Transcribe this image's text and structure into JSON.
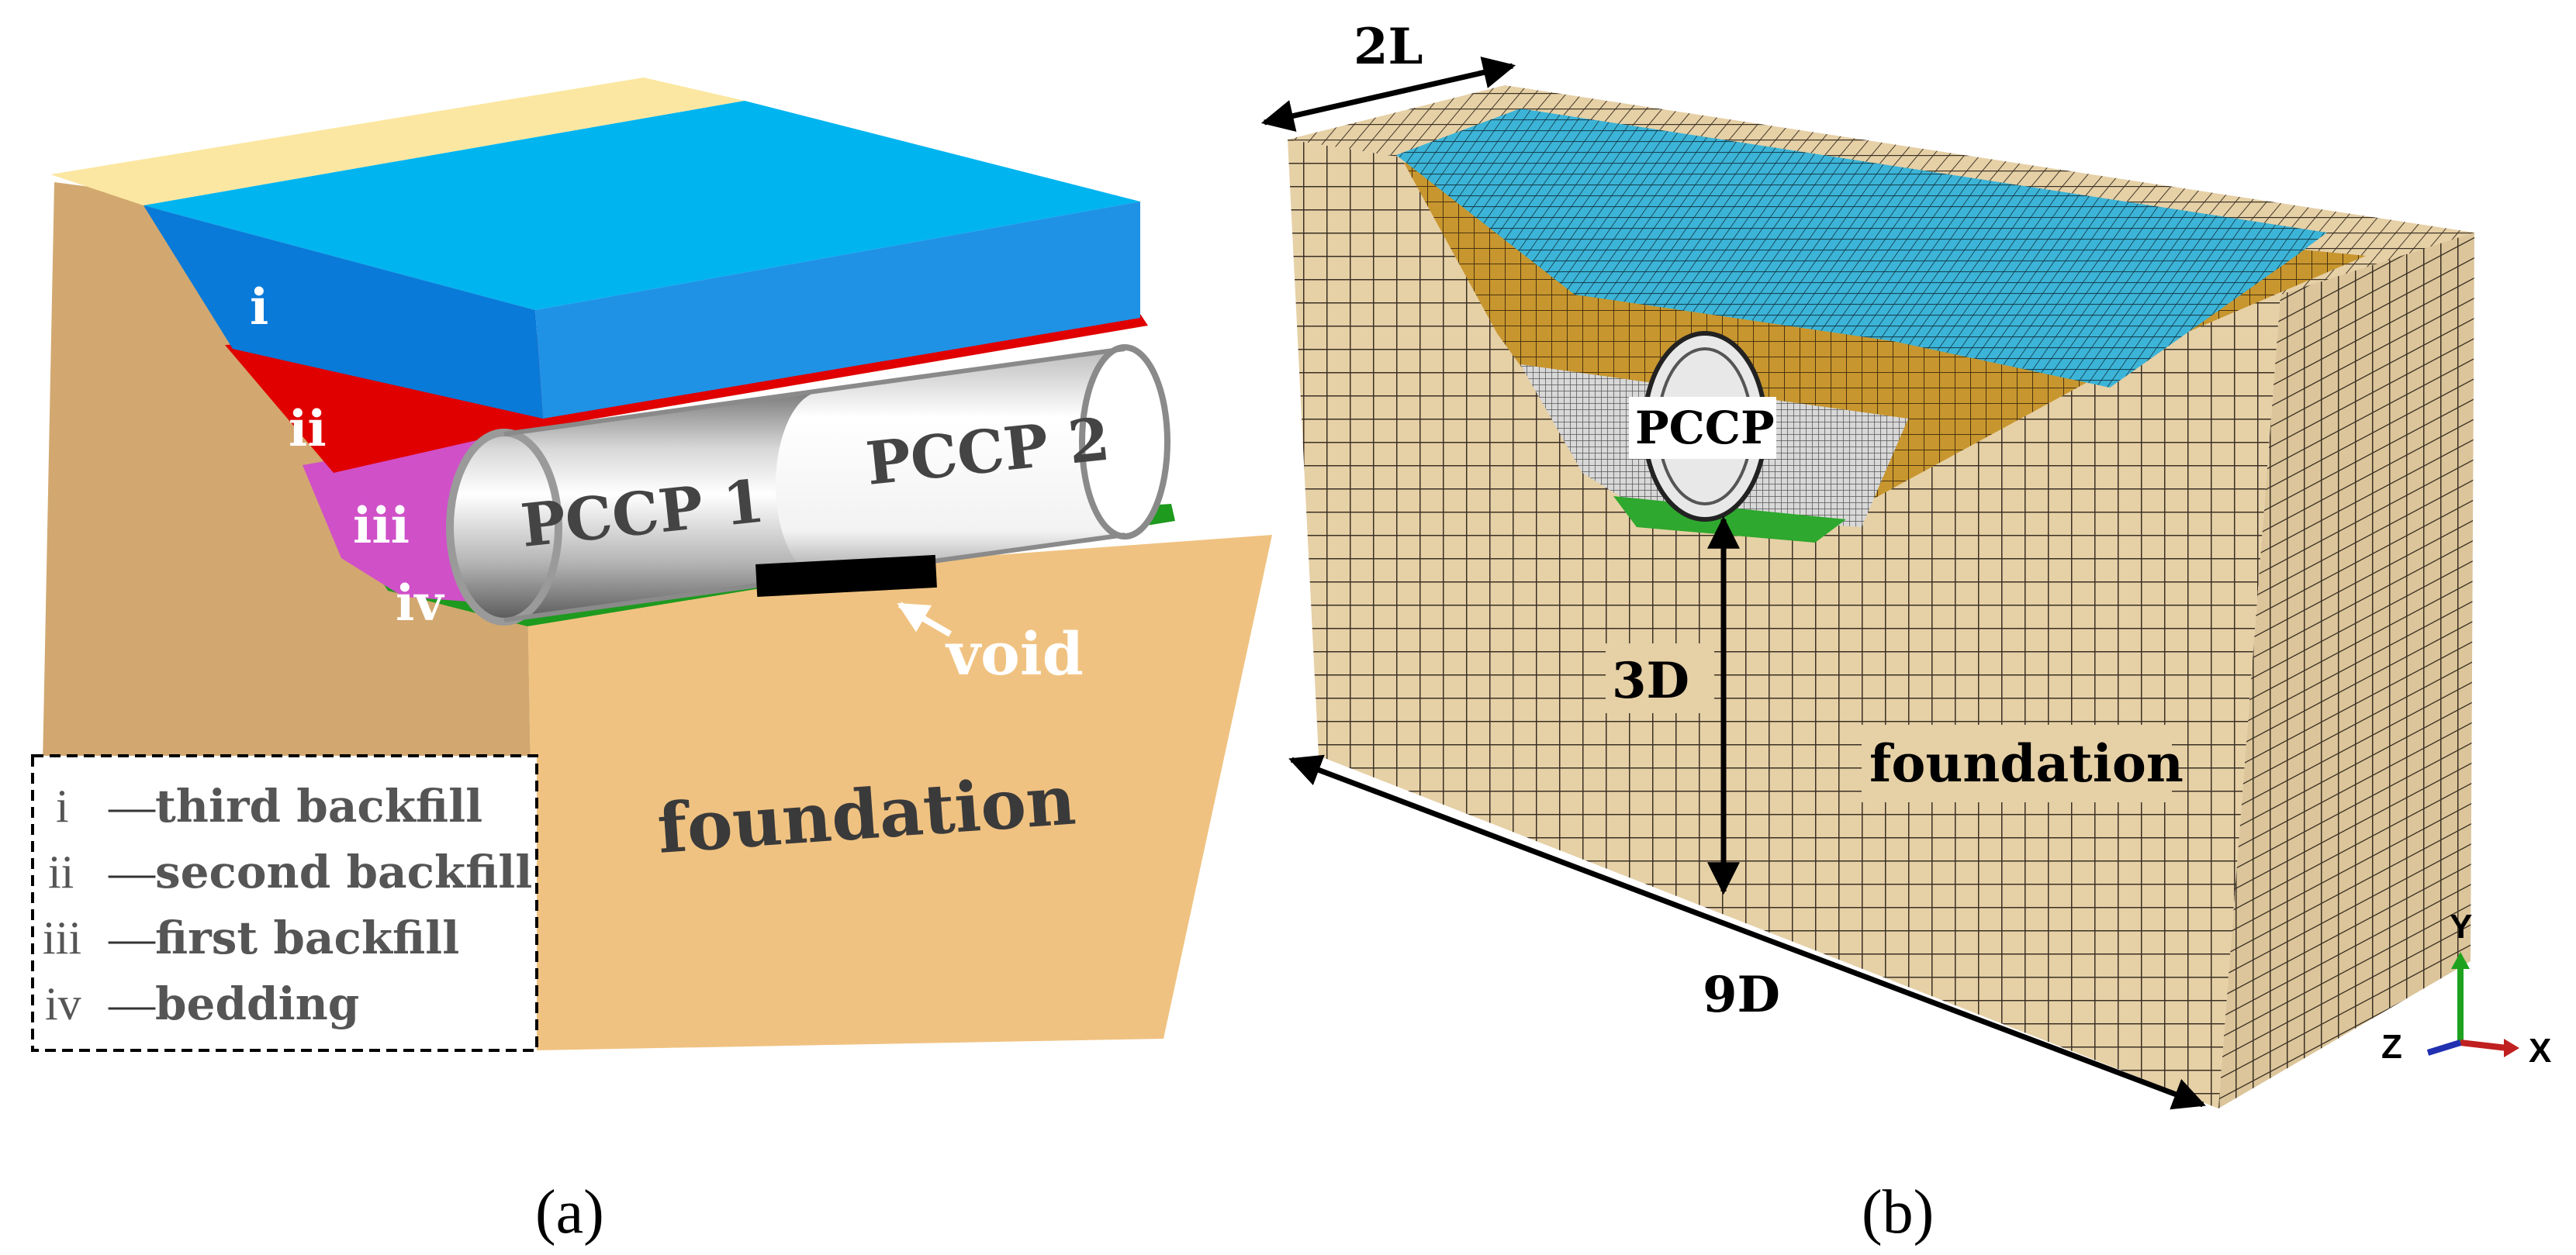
{
  "panel_a": {
    "caption": "(a)",
    "layer_markers": {
      "i": "i",
      "ii": "ii",
      "iii": "iii",
      "iv": "iv"
    },
    "pipe_labels": [
      "PCCP 1",
      "PCCP 2"
    ],
    "void_label": "void",
    "foundation_label": "foundation",
    "legend": [
      {
        "symbol": "i",
        "desc": "third backfill"
      },
      {
        "symbol": "ii",
        "desc": "second backfill"
      },
      {
        "symbol": "iii",
        "desc": "first backfill"
      },
      {
        "symbol": "iv",
        "desc": "bedding"
      }
    ],
    "legend_dash": "—",
    "colors": {
      "third_backfill": "#00b4f0",
      "second_backfill": "#e00000",
      "first_backfill": "#d050c8",
      "bedding": "#1e9a1e",
      "foundation": "#f0c281",
      "slope": "#d2a870",
      "surface": "#fbe7a1"
    }
  },
  "panel_b": {
    "caption": "(b)",
    "dim_width": "2L",
    "dim_depth": "3D",
    "dim_length": "9D",
    "pipe_label": "PCCP",
    "foundation_label": "foundation",
    "axes": {
      "y": "Y",
      "z": "Z",
      "x": "X"
    },
    "colors": {
      "mesh_face": "#e6d0a6",
      "mesh_top": "#3cb4d8",
      "trench_fill": "#c8962e",
      "bedding": "#2ea82e"
    }
  }
}
